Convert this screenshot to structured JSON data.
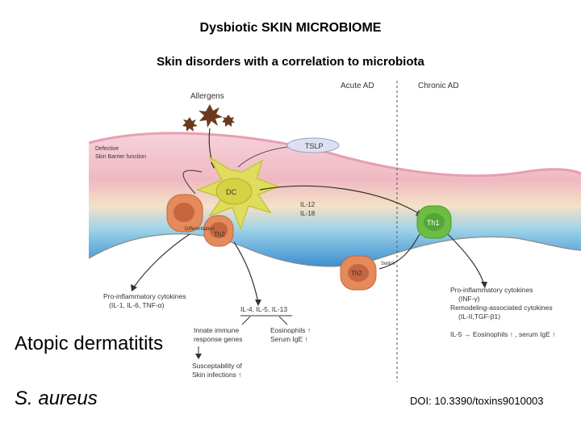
{
  "slide": {
    "title": "Dysbiotic SKIN MICROBIOME",
    "subtitle": "Skin disorders with a correlation to microbiota",
    "label_disease": "Atopic dermatitits",
    "label_organism": "S. aureus",
    "doi": "DOI: 10.3390/toxins9010003"
  },
  "diagram": {
    "phase_acute": "Acute AD",
    "phase_chronic": "Chronic AD",
    "allergens": "Allergens",
    "barrier_line1": "Defective",
    "barrier_line2": "Skin Barrier function",
    "tslp": "TSLP",
    "dc": "DC",
    "th2": "Th2",
    "th1": "Th1",
    "differentiation": "Differentiation",
    "il12": "IL-12",
    "il18": "IL-18",
    "switch": "Switch",
    "proinflam_title": "Pro-inflammatory cytokines",
    "proinflam_list": "(IL-1, IL-6, TNF-α)",
    "il_cluster": "IL-4, IL-5, IL-13",
    "innate1": "Innate immune",
    "innate2": "response genes",
    "eosinophils": "Eosinophils ↑",
    "serum_ige": "Serum IgE ↑",
    "suscept1": "Susceptability of",
    "suscept2": "Skin infections ↑",
    "chronic_cyto1": "Pro-inflammatory cytokines",
    "chronic_cyto2": "(INF-γ)",
    "remodel1": "Remodeling-associated cytokines",
    "remodel2": "(IL-II,TGF-β1)",
    "il5_line": "IL-5 → Eosinophils ↑ , serum IgE ↑"
  },
  "colors": {
    "dc_cell": "#d6d243",
    "th2_cell": "#e07b4c",
    "th1_cell": "#6dbd45",
    "skin_top": "#f1b8c5",
    "skin_blue": "#3d8fd0"
  }
}
